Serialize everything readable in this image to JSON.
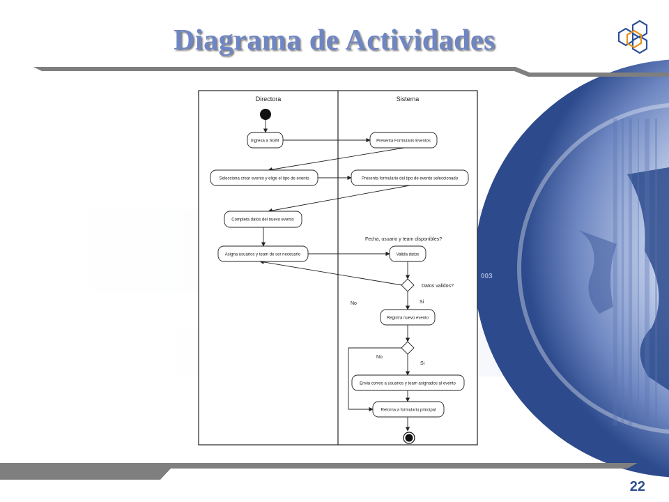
{
  "slide": {
    "title": "Diagrama de Actividades",
    "page_number": "22"
  },
  "diagram": {
    "lanes": [
      "Directora",
      "Sistema"
    ],
    "activities": {
      "ingresa": "Ingresa a SGM",
      "presenta_form": "Presenta Formulario Eventos",
      "selecciona": "Selecciona crear evento y elige el tipo de evento",
      "presenta_tipo": "Presenta formulario del tipo de evento seleccionado",
      "completa": "Completa datos del nuevo evento",
      "asigna": "Asigna usuarios y team de ser necesario",
      "valida": "Valida datos",
      "registra": "Registra nuevo evento",
      "envia": "Envia correo a usuarios y team asignados al evento",
      "retorna": "Retorna a formulario principal"
    },
    "guards": {
      "fecha": "Fecha, usuario y team disponibles?",
      "datos_validos": "Datos validos?",
      "si1": "Si",
      "no1": "No",
      "no2": "No",
      "si2": "Si"
    },
    "background_text": "003"
  },
  "colors": {
    "title": "#6f86c4",
    "bar": "#7f7f7f",
    "globe_dark": "#2c4a8c",
    "globe_light": "#b7c6e6",
    "page_number": "#2f4f8f"
  }
}
